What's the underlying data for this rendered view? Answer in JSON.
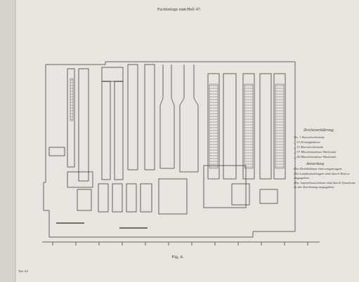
{
  "diagram": {
    "title": "Fachbeilage zum Heft 47.",
    "caption": "Fig. 6.",
    "labels": [
      "Zeichenerklärung",
      "No. 1 Kesselschmiede",
      "„ 12 Eisengießerei",
      "„ 31 Kesselschmiede",
      "„ 37 Maschinenbau-Werkstatt",
      "„ 56 Maschinenbau-Werkstatt",
      "Anmerkung",
      "Die Drehbühnen sind eingetragen.",
      "Die Laufkrananlagen sind durch Kreise angegeben.",
      "Die Aufstellmaschinen sind durch Quadrate in der Zeichnung angegeben.",
      "Taf. 62"
    ]
  }
}
